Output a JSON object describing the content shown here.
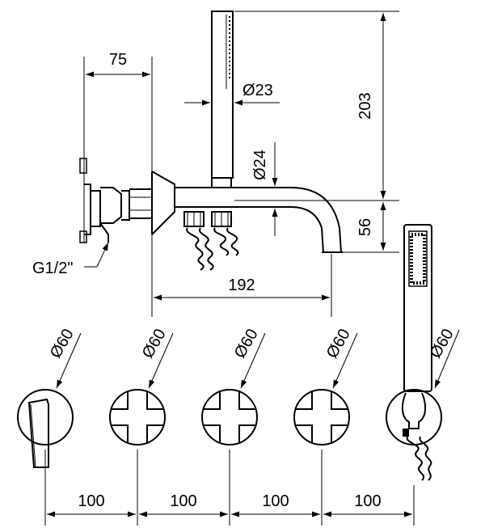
{
  "drawing": {
    "dimensions": {
      "body_width": "75",
      "handshower_diameter": "Ø23",
      "handshower_height": "203",
      "spout_diameter": "Ø24",
      "spout_height": "56",
      "connection_thread": "G1/2\"",
      "spout_projection": "192",
      "cover_diameter_1": "Ø60",
      "cover_diameter_2": "Ø60",
      "cover_diameter_3": "Ø60",
      "cover_diameter_4": "Ø60",
      "cover_diameter_5": "Ø60",
      "spacing_1": "100",
      "spacing_2": "100",
      "spacing_3": "100",
      "spacing_4": "100"
    }
  }
}
